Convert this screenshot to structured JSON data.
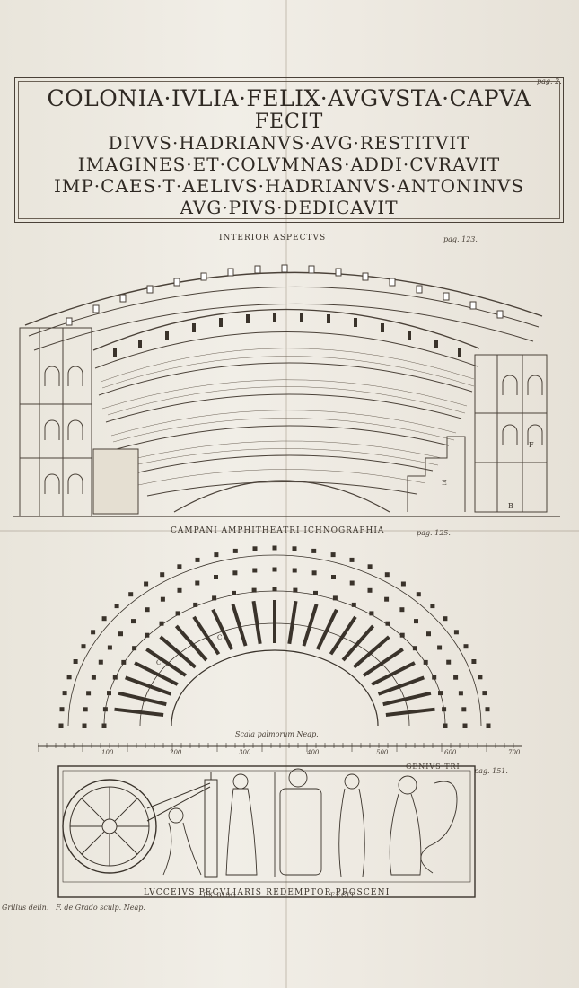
{
  "title": {
    "lines": [
      "COLONIA·IVLIA·FELIX·AVGVSTA·CAPVA",
      "FECIT",
      "DIVVS·HADRIANVS·AVG·RESTITVIT",
      "IMAGINES·ET·COLVMNAS·ADDI·CVRAVIT",
      "IMP·CAES·T·AELIVS·HADRIANVS·ANTONINVS",
      "AVG·PIVS·DEDICAVIT"
    ],
    "page_ref": "pag. 2."
  },
  "interior": {
    "caption": "INTERIOR ASPECTVS",
    "page_ref": "pag. 123.",
    "letters": [
      "F",
      "E",
      "B"
    ]
  },
  "plan": {
    "caption": "CAMPANI AMPHITHEATRI ICHNOGRAPHIA",
    "page_ref": "pag. 125.",
    "letters": [
      "C",
      "C",
      "C"
    ]
  },
  "scale": {
    "label": "Scala palmorum Neap.",
    "ticks": [
      "100",
      "200",
      "300",
      "400",
      "500",
      "600",
      "700"
    ]
  },
  "relief": {
    "top_text": "GENIVS TRI",
    "page_ref": "pag. 151.",
    "bottom_text": "LVCCEIVS PECVLIARIS REDEMPTOR PROSCENI",
    "sub_left": "EX BISO",
    "sub_right": "FECIT"
  },
  "credits": {
    "left": "Grillus delin.",
    "right": "F. de Grado sculp. Neap."
  },
  "colors": {
    "paper": "#ece8df",
    "ink": "#3a332b"
  }
}
